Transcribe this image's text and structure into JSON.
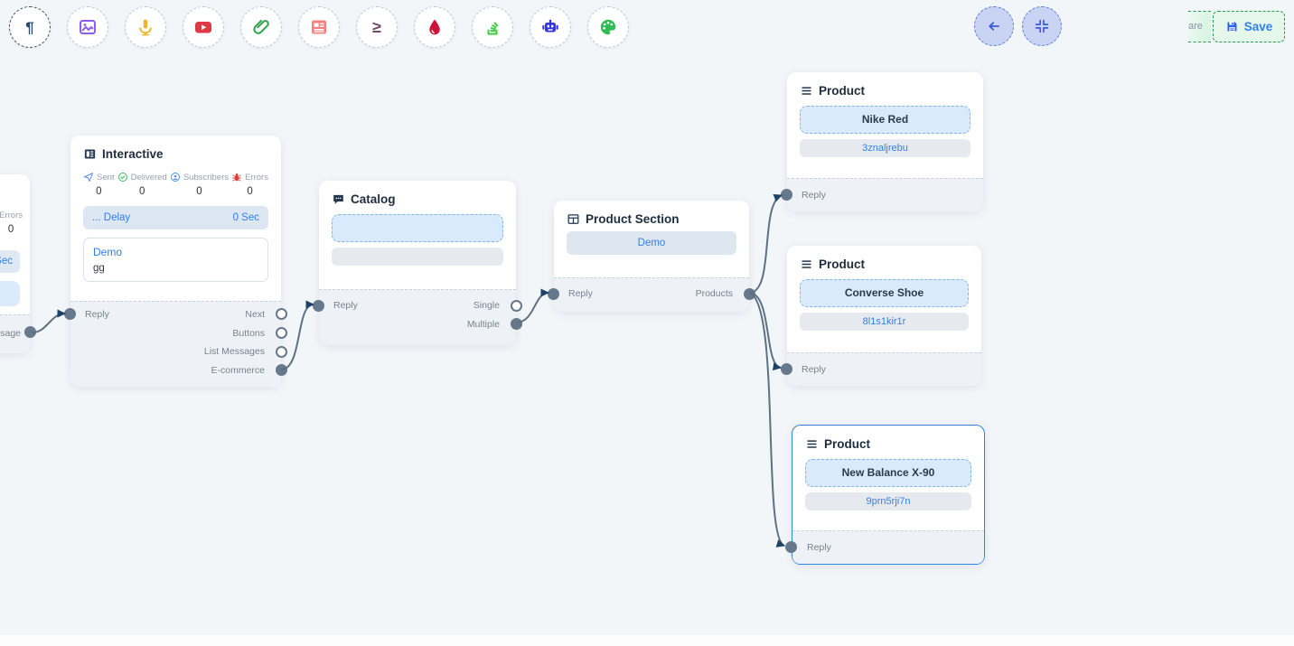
{
  "toolbar": {
    "icons": [
      {
        "name": "text",
        "color": "#27496d"
      },
      {
        "name": "image",
        "color": "#8b5cf6"
      },
      {
        "name": "audio",
        "color": "#f0b429"
      },
      {
        "name": "video",
        "color": "#dd3a44"
      },
      {
        "name": "attachment",
        "color": "#2fa24f"
      },
      {
        "name": "newsletter",
        "color": "#f87f7f"
      },
      {
        "name": "greater-equal",
        "color": "#74486d",
        "glyph": "≥"
      },
      {
        "name": "drop",
        "color": "#ce1136"
      },
      {
        "name": "stack",
        "color": "#3ecb3e"
      },
      {
        "name": "bot",
        "color": "#3434e0"
      },
      {
        "name": "palette",
        "color": "#2dbd53"
      }
    ],
    "text_glyph": "¶"
  },
  "topbar": {
    "partial_label": "are",
    "save_label": "Save"
  },
  "partial_node": {
    "errors_label": "Errors",
    "errors_value": "0",
    "delay_value": "Sec",
    "port_label": "essage"
  },
  "interactive": {
    "title": "Interactive",
    "stats": [
      {
        "label": "Sent",
        "value": "0"
      },
      {
        "label": "Delivered",
        "value": "0"
      },
      {
        "label": "Subscribers",
        "value": "0"
      },
      {
        "label": "Errors",
        "value": "0"
      }
    ],
    "delay_label": "... Delay",
    "delay_value": "0 Sec",
    "message_title": "Demo",
    "message_text": "gg",
    "input_port": "Reply",
    "outputs": [
      "Next",
      "Buttons",
      "List Messages",
      "E-commerce"
    ]
  },
  "catalog": {
    "title": "Catalog",
    "input_port": "Reply",
    "outputs": [
      "Single",
      "Multiple"
    ]
  },
  "product_section": {
    "title": "Product Section",
    "button_label": "Demo",
    "input_port": "Reply",
    "output_port": "Products"
  },
  "products": [
    {
      "title": "Product",
      "name": "Nike Red",
      "retailer_id": "3znaljrebu",
      "port": "Reply"
    },
    {
      "title": "Product",
      "name": "Converse Shoe",
      "retailer_id": "8l1s1kir1r",
      "port": "Reply"
    },
    {
      "title": "Product",
      "name": "New Balance X-90",
      "retailer_id": "9prn5rji7n",
      "port": "Reply"
    }
  ]
}
